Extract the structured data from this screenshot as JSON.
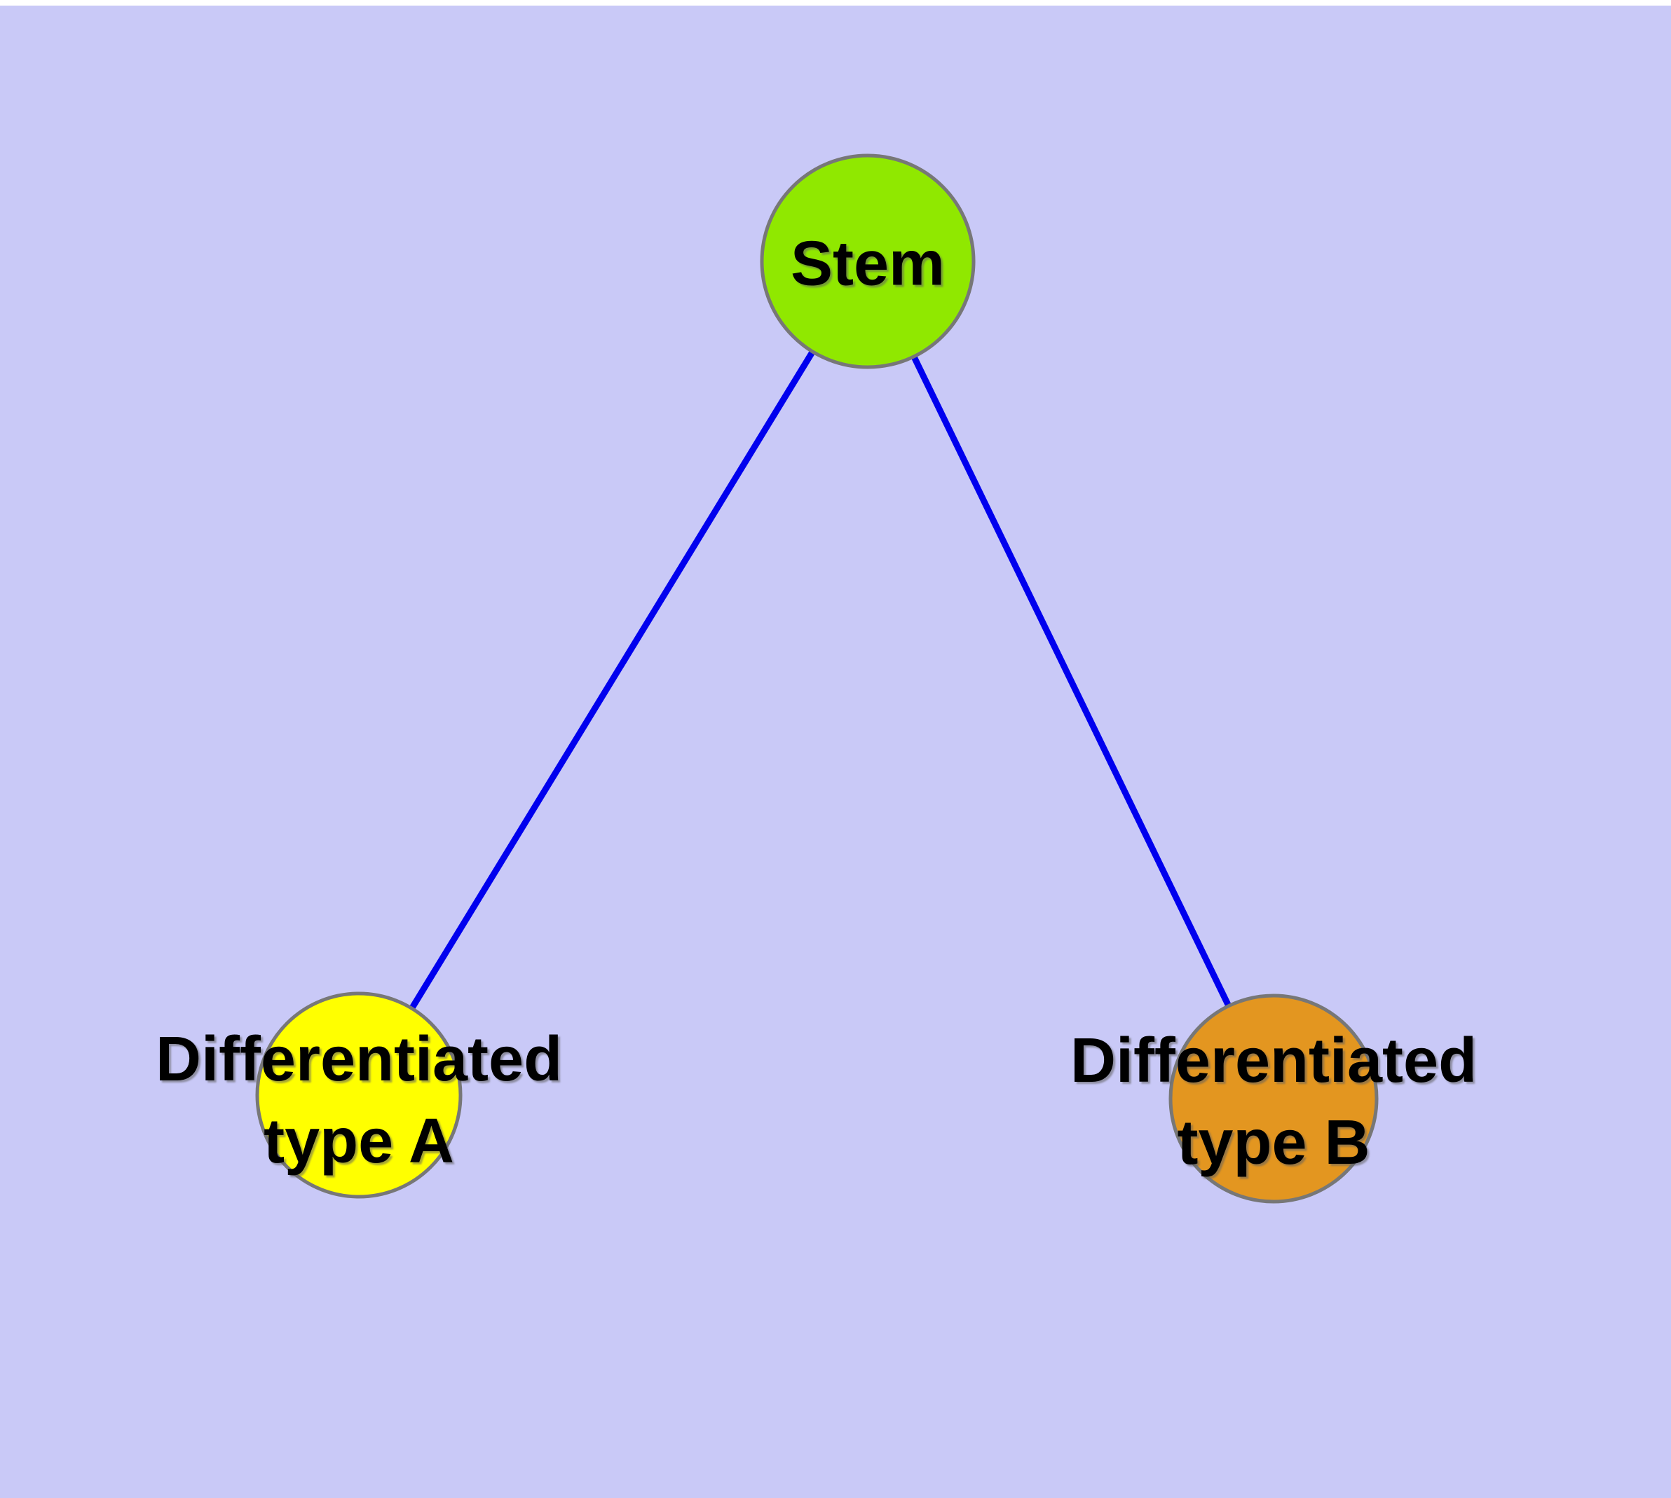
{
  "diagram": {
    "title": "",
    "background_color": "#C9C9F7",
    "margin_color": "#FFFFFF",
    "edge_color": "#0000EE",
    "node_border_color": "#777777",
    "label_color": "#000000",
    "nodes": [
      {
        "id": "stem",
        "label": "Stem",
        "label_line1": "Stem",
        "label_line2": "",
        "fill": "#90E800"
      },
      {
        "id": "type-a",
        "label": "Differentiated type A",
        "label_line1": "Differentiated",
        "label_line2": "type A",
        "fill": "#FFFF00"
      },
      {
        "id": "type-b",
        "label": "Differentiated type B",
        "label_line1": "Differentiated",
        "label_line2": "type B",
        "fill": "#E39620"
      }
    ],
    "edges": [
      {
        "from": "Stem",
        "to": "Differentiated type A"
      },
      {
        "from": "Stem",
        "to": "Differentiated type B"
      }
    ]
  }
}
